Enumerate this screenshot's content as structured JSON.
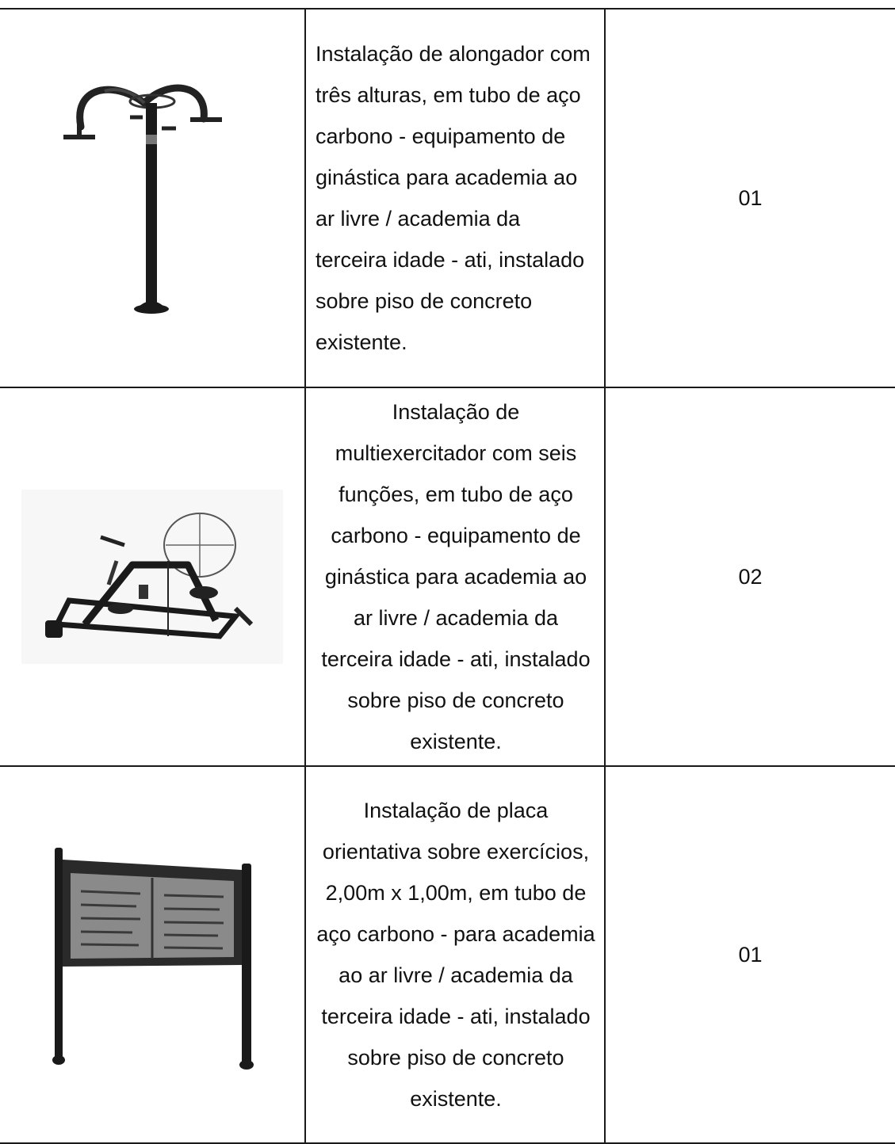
{
  "rows": [
    {
      "image_icon": "stretcher-equipment-icon",
      "description": "Instalação de alongador com três alturas, em tubo de aço carbono - equipamento de ginástica para academia ao ar livre / academia da terceira idade - ati, instalado sobre piso de concreto existente.",
      "quantity": "01"
    },
    {
      "image_icon": "multi-exerciser-equipment-icon",
      "description": "Instalação de multiexercitador com seis funções, em tubo de aço carbono - equipamento de ginástica para academia ao ar livre / academia da terceira idade - ati, instalado sobre piso de concreto existente.",
      "quantity": "02"
    },
    {
      "image_icon": "orientation-sign-icon",
      "description": "Instalação de placa orientativa sobre exercícios, 2,00m x 1,00m, em tubo de aço carbono - para academia ao ar livre / academia da terceira idade - ati, instalado sobre piso de concreto existente.",
      "quantity": "01"
    }
  ]
}
